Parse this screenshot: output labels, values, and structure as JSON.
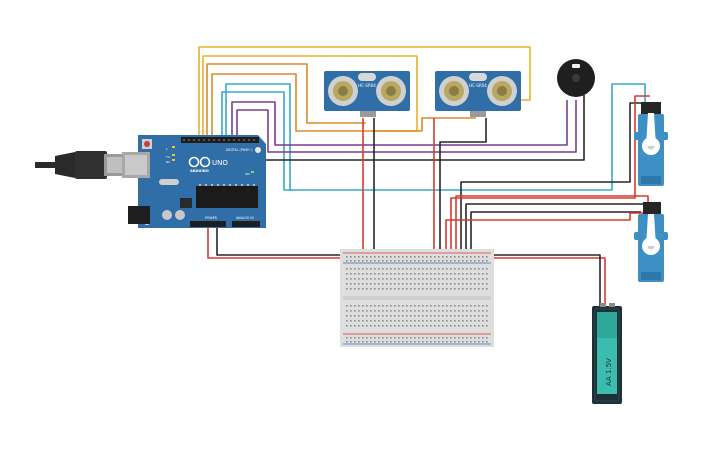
{
  "arduino": {
    "brand": "ARDUINO",
    "model": "UNO",
    "digital_label": "DIGITAL (PWM~)",
    "power_label": "POWER",
    "analog_label": "ANALOG IN",
    "tx_label": "TX",
    "rx_label": "RX",
    "l_label": "L",
    "on_label": "ON"
  },
  "sensors": [
    {
      "label": "HC-SR04"
    },
    {
      "label": "HC-SR04"
    }
  ],
  "battery": {
    "label": "AA 1.5V"
  },
  "colors": {
    "board": "#2f6ea7",
    "board_dark": "#1f4f7c",
    "breadboard": "#dedede",
    "battery_body": "#1c3036",
    "battery_band": "#2fa89a",
    "servo": "#3d8fc4",
    "wire_red": "#d63a31",
    "wire_black": "#262626",
    "wire_yellow": "#e8b22a",
    "wire_orange": "#d98a2b",
    "wire_purple": "#7a3d92",
    "wire_cyan": "#3aa9c9"
  },
  "components": [
    {
      "name": "arduino-uno",
      "type": "microcontroller"
    },
    {
      "name": "ultrasonic-sensor",
      "type": "sensor"
    },
    {
      "name": "ultrasonic-sensor",
      "type": "sensor"
    },
    {
      "name": "piezo-buzzer",
      "type": "output"
    },
    {
      "name": "micro-servo",
      "type": "actuator"
    },
    {
      "name": "micro-servo",
      "type": "actuator"
    },
    {
      "name": "breadboard",
      "type": "prototyping"
    },
    {
      "name": "aa-battery",
      "type": "power"
    }
  ]
}
